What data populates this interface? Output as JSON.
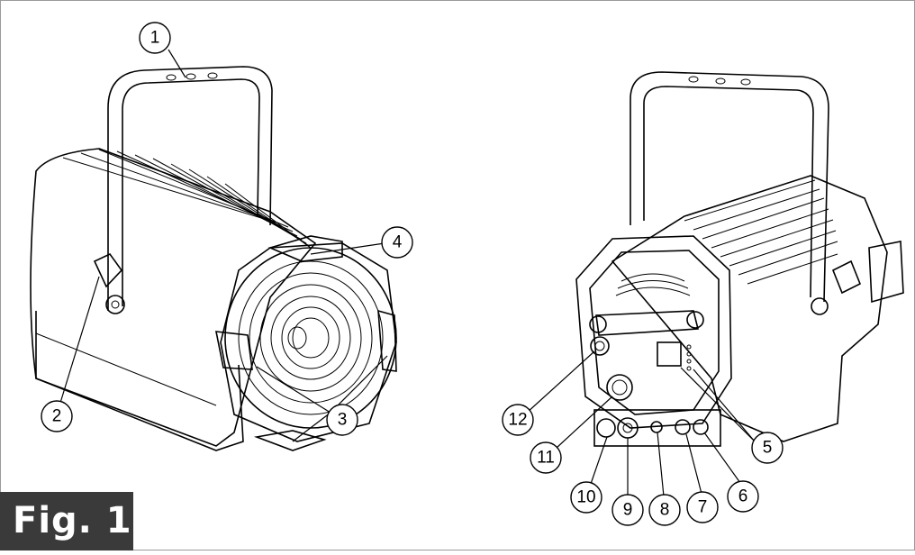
{
  "figure": {
    "label": "Fig. 1",
    "callouts": [
      "1",
      "2",
      "3",
      "3",
      "4",
      "5",
      "5",
      "6",
      "7",
      "8",
      "9",
      "10",
      "11",
      "12"
    ]
  }
}
